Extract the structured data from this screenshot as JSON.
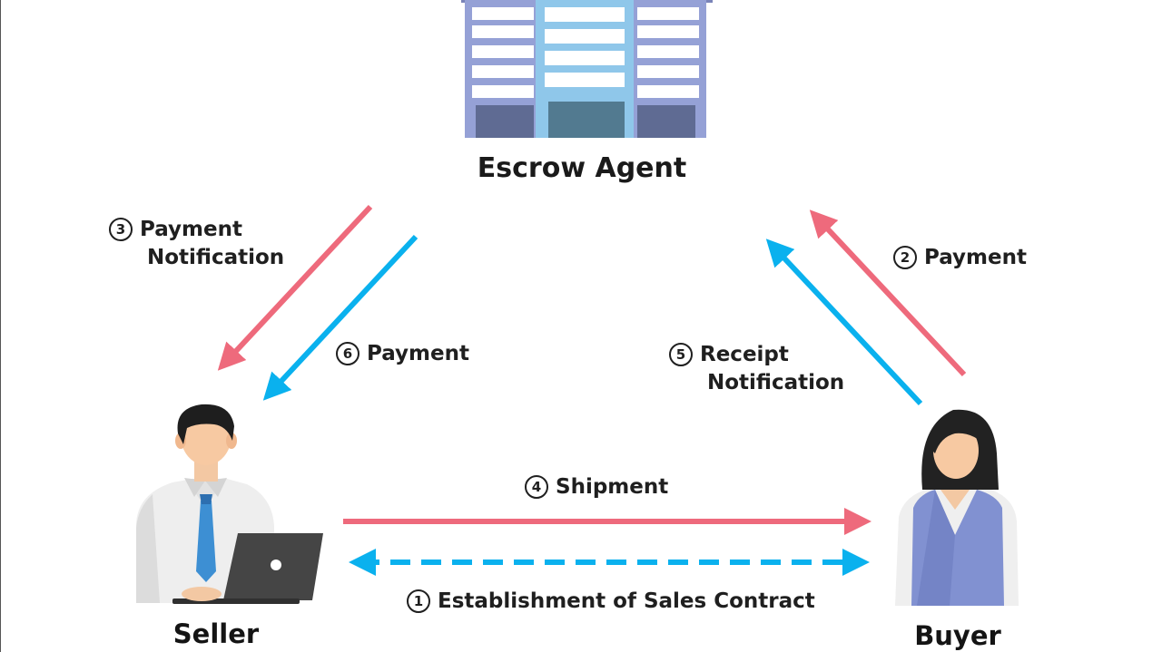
{
  "colors": {
    "notification_arrow": "#ee6a7c",
    "payment_arrow": "#0ab1ee",
    "building_frame": "#95a1d6",
    "building_column": "#8fc7ea",
    "building_window": "#ffffff",
    "building_door": "#5a6a92"
  },
  "nodes": {
    "escrow_agent": "Escrow Agent",
    "seller": "Seller",
    "buyer": "Buyer"
  },
  "steps": [
    {
      "number": "1",
      "label": "Establishment of Sales Contract"
    },
    {
      "number": "2",
      "label": "Payment"
    },
    {
      "number": "3",
      "label_line1": "Payment",
      "label_line2": "Notification"
    },
    {
      "number": "4",
      "label": "Shipment"
    },
    {
      "number": "5",
      "label_line1": "Receipt",
      "label_line2": "Notification"
    },
    {
      "number": "6",
      "label": "Payment"
    }
  ],
  "icons": {
    "building": "office-building-icon",
    "seller": "man-with-laptop-icon",
    "buyer": "woman-in-vest-icon"
  }
}
